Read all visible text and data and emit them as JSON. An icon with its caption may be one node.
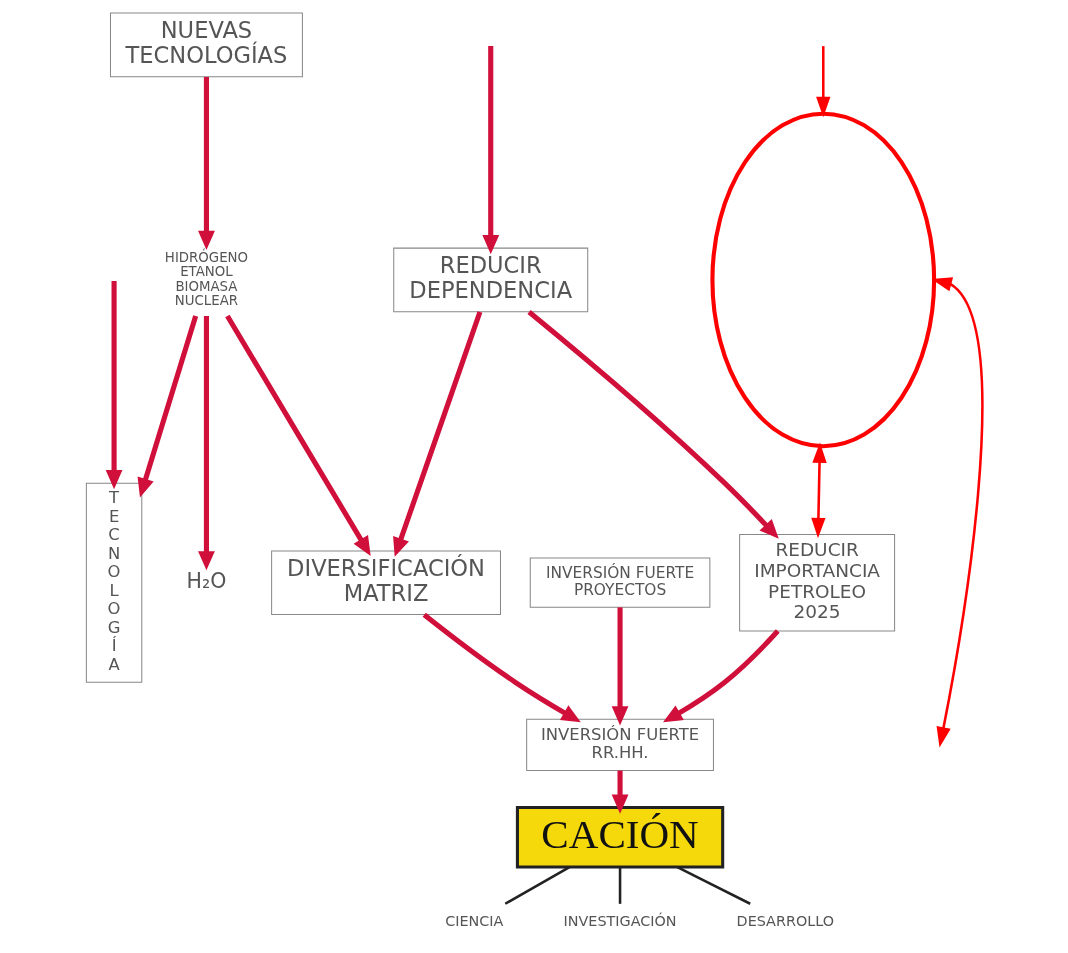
{
  "diagram": {
    "nodes": [
      {
        "text": [
          "REDUCIR DEPENDENCIA"
        ]
      },
      {
        "text": [
          "REDUCIR IMPORTANCIA PETROLEO 2025"
        ]
      },
      {
        "text": [
          "DIVERSIFICACIÓN MATRIZ"
        ]
      },
      {
        "text": [
          "NUEVAS TECNOLOGÍAS"
        ]
      },
      {
        "text": [
          "HIDRÓGENO ETANOL BIOMASA NUCLEAR"
        ]
      },
      {
        "text": [
          "H₂O"
        ]
      },
      {
        "text": [
          "INVERSIÓN FUERTE RR.HH."
        ]
      },
      {
        "text": [
          "INVERSIÓN FUERTE PROYECTOS"
        ]
      },
      {
        "text": [
          "CACIÓN"
        ]
      },
      {
        "text": [
          "CIENCIA"
        ]
      },
      {
        "text": [
          "INVESTIGACIÓN"
        ]
      },
      {
        "text": [
          "DESARROLLO"
        ]
      },
      {
        "text": [
          "TECNOLOGÍA"
        ]
      },
      {
        "text": [],
        "shape": "ellipse"
      }
    ],
    "edges": [
      {
        "from": null,
        "to": 0,
        "arrow": "to"
      },
      {
        "from": 13,
        "to": null,
        "arrow": "both",
        "color": "#ff0000"
      },
      {
        "from": 0,
        "to": 1,
        "arrow": "to"
      },
      {
        "from": 0,
        "to": 2,
        "arrow": "to"
      },
      {
        "from": 1,
        "to": 6,
        "arrow": "to"
      },
      {
        "from": 2,
        "to": 6,
        "arrow": "to"
      },
      {
        "from": 4,
        "to": 2,
        "arrow": "to"
      },
      {
        "from": 7,
        "to": 6,
        "arrow": "to"
      },
      {
        "from": 3,
        "to": 4,
        "arrow": "to"
      },
      {
        "from": 4,
        "to": 5,
        "arrow": "to"
      },
      {
        "from": 4,
        "to": 12,
        "arrow": "to"
      },
      {
        "from": 6,
        "to": 8,
        "arrow": "to"
      },
      {
        "from": 8,
        "to": 9,
        "arrow": "none",
        "color": "#222222"
      },
      {
        "from": 8,
        "to": 10,
        "arrow": "none",
        "color": "#222222"
      },
      {
        "from": 8,
        "to": 11,
        "arrow": "none",
        "color": "#222222"
      },
      {
        "from": 13,
        "to": 1,
        "arrow": "both",
        "color": "#ff0000"
      },
      {
        "from": null,
        "to": 13,
        "arrow": "to",
        "color": "#ff0000"
      },
      {
        "from": null,
        "to": 12,
        "arrow": "to"
      }
    ]
  }
}
